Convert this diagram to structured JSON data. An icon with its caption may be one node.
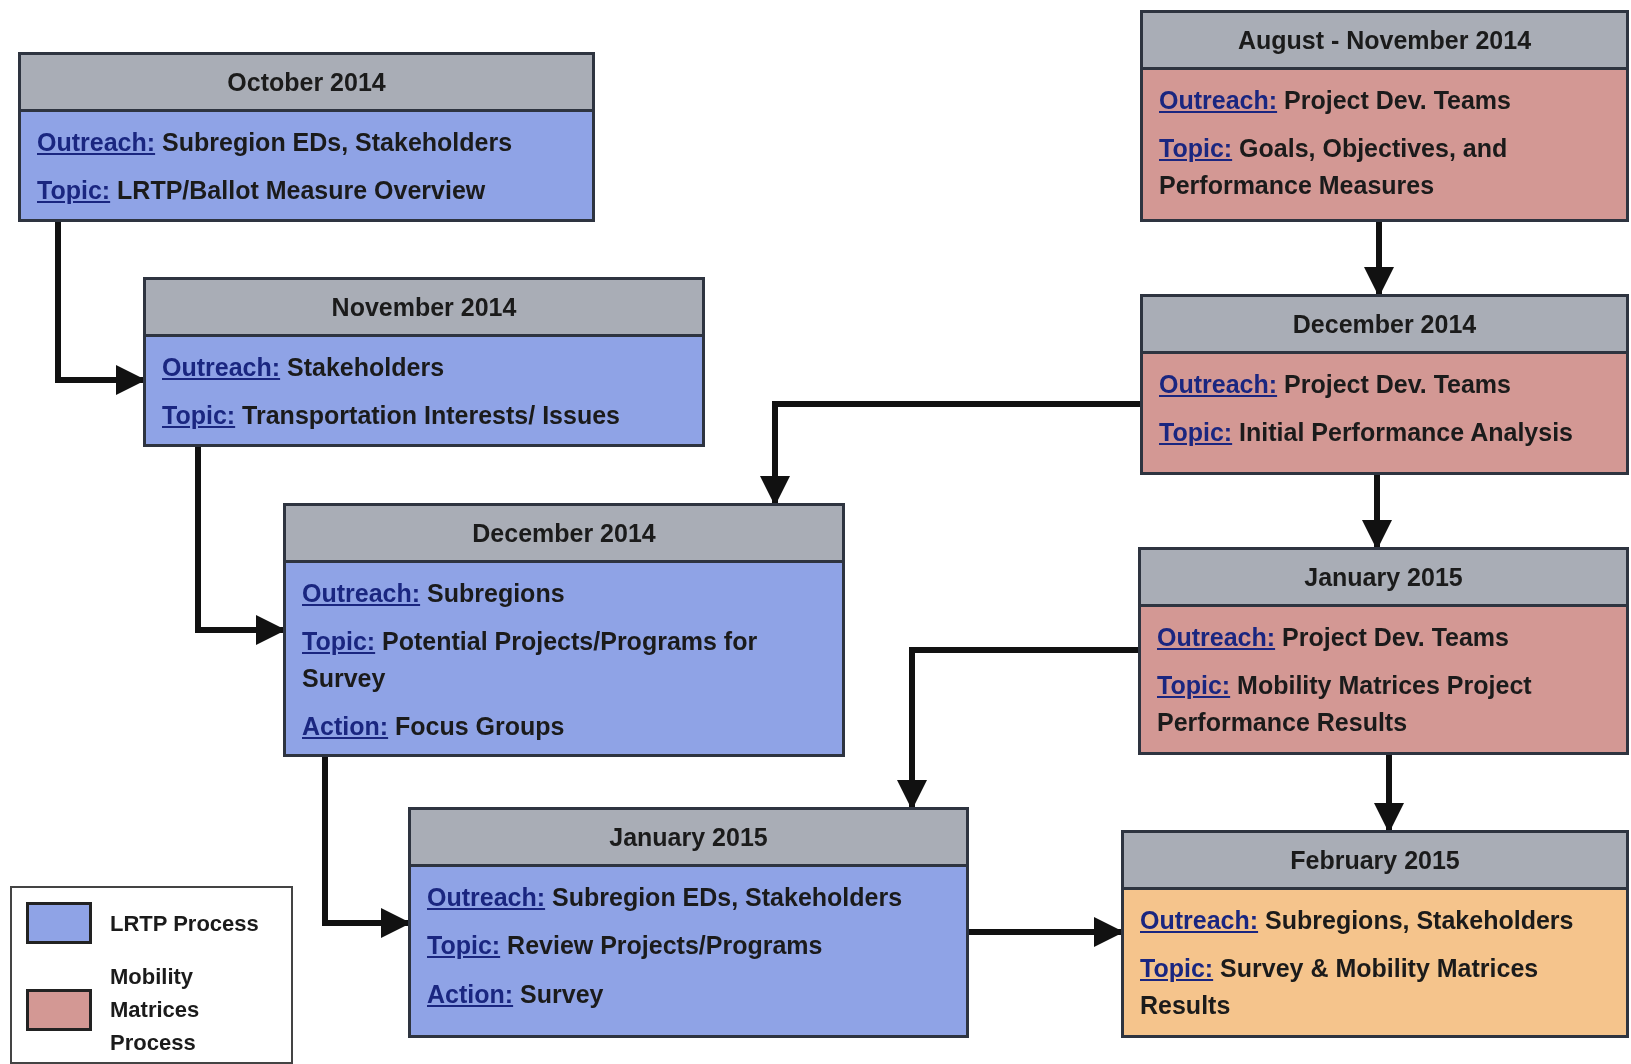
{
  "diagram": {
    "nodes": [
      {
        "text": [
          "October 2014",
          "**Outreach:** Subregion EDs, Stakeholders",
          "**Topic:** LRTP/Ballot Measure Overview"
        ]
      },
      {
        "text": [
          "November 2014",
          "**Outreach:** Stakeholders",
          "**Topic:** Transportation Interests/ Issues"
        ]
      },
      {
        "text": [
          "December 2014",
          "**Outreach:** Subregions",
          "**Topic:** Potential Projects/Programs for Survey",
          "**Action:** Focus Groups"
        ]
      },
      {
        "text": [
          "January 2015",
          "**Outreach:** Subregion EDs, Stakeholders",
          "**Topic:** Review Projects/Programs",
          "**Action:** Survey"
        ]
      },
      {
        "text": [
          "August - November 2014",
          "**Outreach:** Project Dev. Teams",
          "**Topic:** Goals, Objectives, and Performance Measures"
        ]
      },
      {
        "text": [
          "December 2014",
          "**Outreach:** Project Dev. Teams",
          "**Topic:** Initial Performance Analysis"
        ]
      },
      {
        "text": [
          "January 2015",
          "**Outreach:** Project Dev. Teams",
          "**Topic:** Mobility Matrices Project Performance Results"
        ]
      },
      {
        "text": [
          "February 2015",
          "**Outreach:** Subregions, Stakeholders",
          "**Topic:** Survey & Mobility Matrices Results"
        ]
      }
    ],
    "edges": [
      {
        "from": 0,
        "to": 1,
        "arrow": "to"
      },
      {
        "from": 1,
        "to": 2,
        "arrow": "to"
      },
      {
        "from": 2,
        "to": 3,
        "arrow": "to"
      },
      {
        "from": 3,
        "to": 7,
        "arrow": "to"
      },
      {
        "from": 4,
        "to": 5,
        "arrow": "to"
      },
      {
        "from": 5,
        "to": 2,
        "arrow": "to"
      },
      {
        "from": 5,
        "to": 6,
        "arrow": "to"
      },
      {
        "from": 6,
        "to": 3,
        "arrow": "to"
      },
      {
        "from": 6,
        "to": 7,
        "arrow": "to"
      }
    ],
    "legend": [
      {
        "text": "LRTP Process",
        "color": "#8fa3e6"
      },
      {
        "text": "Mobility Matrices Process",
        "color": "#d39894"
      }
    ]
  }
}
